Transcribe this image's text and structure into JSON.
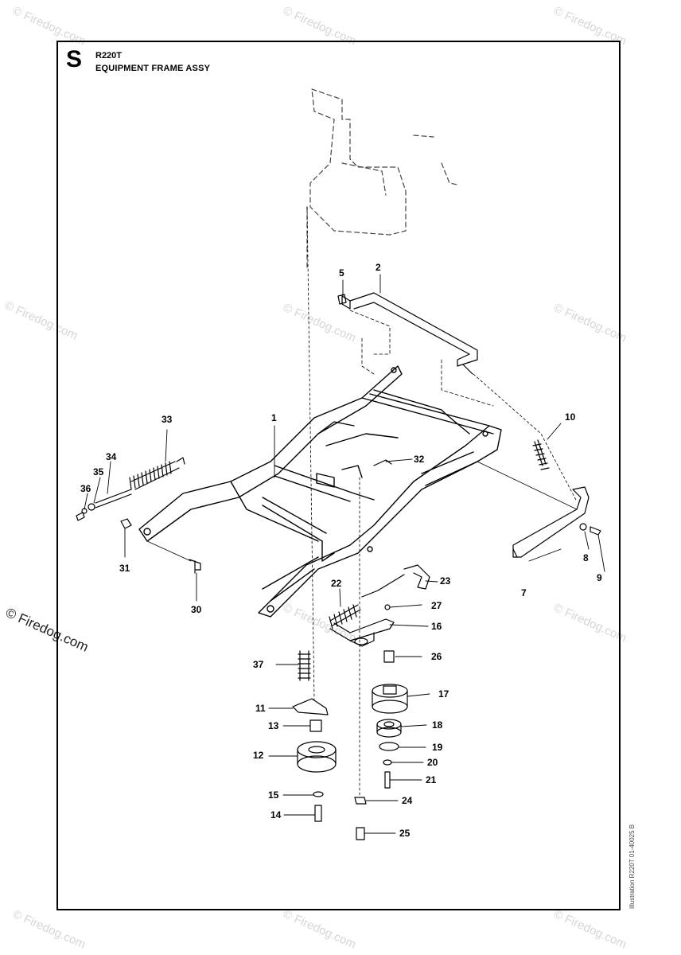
{
  "header": {
    "section_letter": "S",
    "model": "R220T",
    "title": "EQUIPMENT FRAME ASSY"
  },
  "watermark": {
    "light_text": "© Firedog.com",
    "strong_text": "© Firedog.com"
  },
  "side_code": "Illustration R220T 01-40025 B",
  "callouts": {
    "c1": "1",
    "c2": "2",
    "c5": "5",
    "c7": "7",
    "c8": "8",
    "c9": "9",
    "c10": "10",
    "c11": "11",
    "c12": "12",
    "c13": "13",
    "c14": "14",
    "c15": "15",
    "c16": "16",
    "c17": "17",
    "c18": "18",
    "c19": "19",
    "c20": "20",
    "c21": "21",
    "c22": "22",
    "c23": "23",
    "c24": "24",
    "c25": "25",
    "c26": "26",
    "c27": "27",
    "c30": "30",
    "c31": "31",
    "c32": "32",
    "c33": "33",
    "c34": "34",
    "c35": "35",
    "c36": "36",
    "c37": "37"
  }
}
